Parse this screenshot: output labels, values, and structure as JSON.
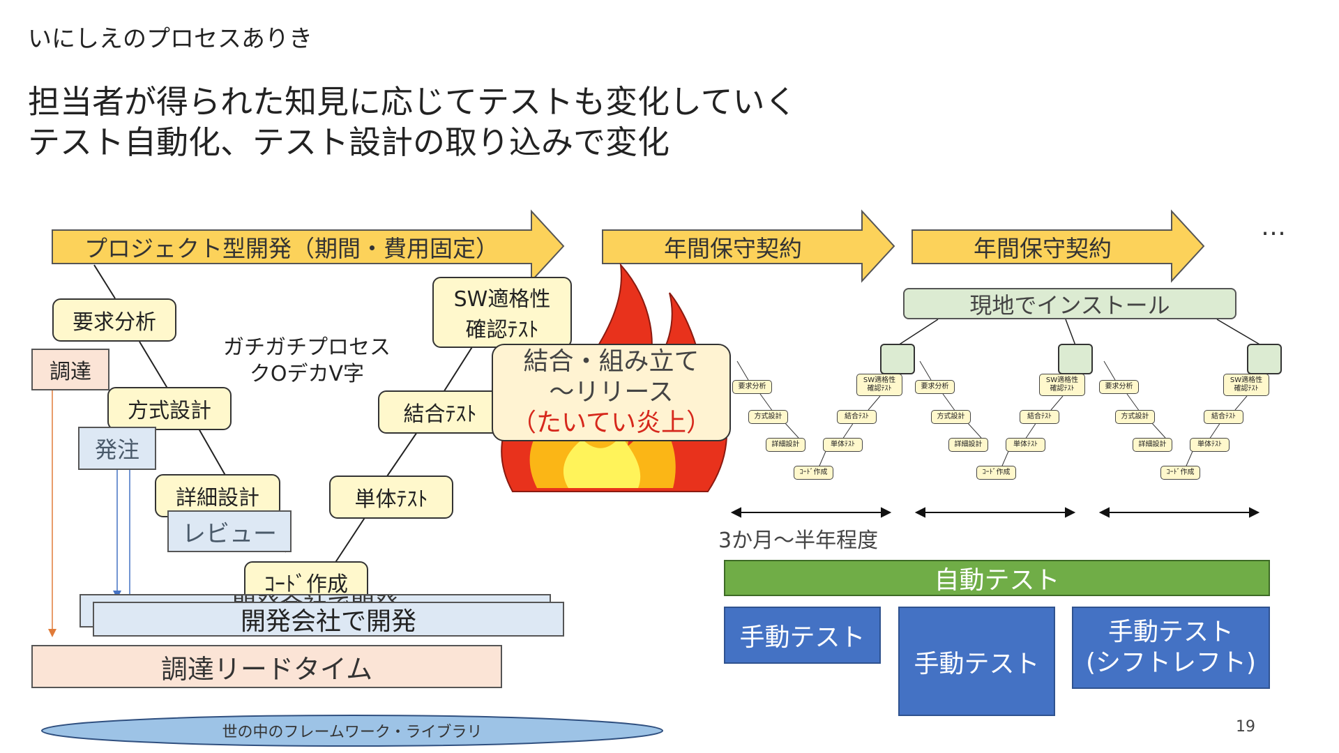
{
  "header": {
    "subtitle": "いにしえのプロセスありき",
    "title_line1": "担当者が得られた知見に応じてテストも変化していく",
    "title_line2": "テスト自動化、テスト設計の取り込みで変化"
  },
  "arrows": {
    "project": "プロジェクト型開発（期間・費用固定）",
    "maint1": "年間保守契約",
    "maint2": "年間保守契約",
    "more": "…"
  },
  "left_v": {
    "req": "要求分析",
    "procure": "調達",
    "method": "方式設計",
    "order": "発注",
    "detail": "詳細設計",
    "review": "レビュー",
    "code": "ｺｰﾄﾞ作成",
    "unit": "単体ﾃｽﾄ",
    "integ": "結合ﾃｽﾄ",
    "sw": [
      "SW適格性",
      "確認ﾃｽﾄ"
    ],
    "note": [
      "ガチガチプロセス",
      "クOデカV字"
    ]
  },
  "release": {
    "line1": "結合・組み立て",
    "line2": "～リリース",
    "line3": "（たいてい炎上）"
  },
  "bottom_left": {
    "dev_back": "開発会社で開発",
    "dev_front": "開発会社で開発",
    "leadtime": "調達リードタイム",
    "framework": "世の中のフレームワーク・ライブラリ"
  },
  "right": {
    "install": "現地でインストール",
    "mini_v": {
      "req": "要求分析",
      "method": "方式設計",
      "detail": "詳細設計",
      "code": "ｺｰﾄﾞ作成",
      "unit": "単体ﾃｽﾄ",
      "integ": "結合ﾃｽﾄ",
      "sw": [
        "SW適格性",
        "確認ﾃｽﾄ"
      ]
    },
    "period": "3か月～半年程度",
    "auto_test": "自動テスト",
    "manual1": "手動テスト",
    "manual2": "手動テスト",
    "manual3": [
      "手動テスト",
      "(シフトレフト)"
    ]
  },
  "page_number": "19",
  "colors": {
    "arrow_fill": "#fcd25a",
    "yellow_box": "#fff8cc",
    "pink_box": "#fbe4d6",
    "blue_box": "#dde8f4",
    "green_box": "#dcebd2",
    "auto_green": "#70ad47",
    "manual_blue": "#4472c4",
    "flame_red": "#e8321c",
    "release_red": "#d6281c",
    "ellipse_blue": "#9dc3e6"
  }
}
